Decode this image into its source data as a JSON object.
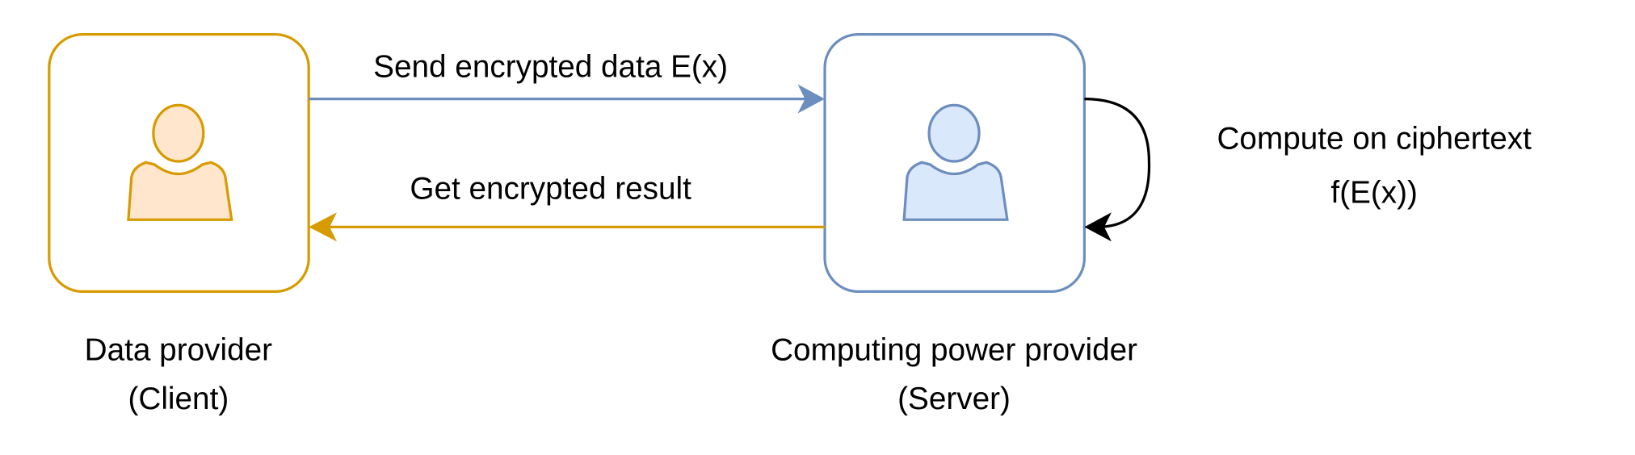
{
  "colors": {
    "client": "#d79b00",
    "client_fill": "#ffe6cc",
    "server": "#6c8ebf",
    "server_fill": "#dae8fc",
    "loop": "#000000"
  },
  "arrows": {
    "send_label": "Send encrypted data E(x)",
    "get_label": "Get encrypted result",
    "compute_label_line1": "Compute on ciphertext",
    "compute_label_line2": "f(E(x))"
  },
  "nodes": {
    "client": {
      "title": "Data provider",
      "subtitle": "(Client)"
    },
    "server": {
      "title": "Computing power provider",
      "subtitle": "(Server)"
    }
  }
}
